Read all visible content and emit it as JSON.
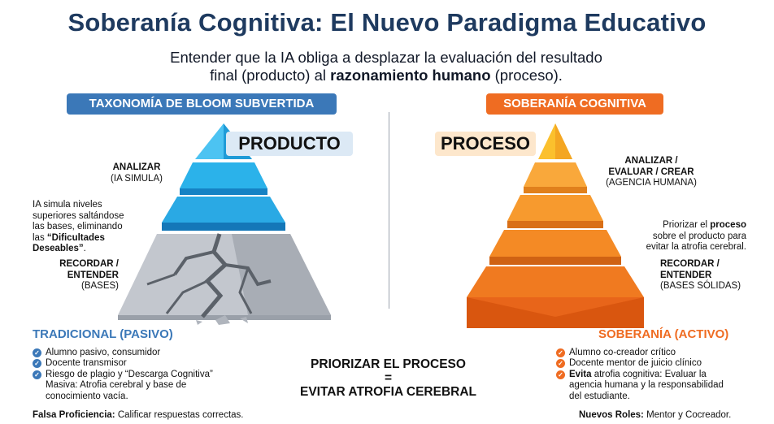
{
  "title": "Soberanía Cognitiva: El Nuevo Paradigma Educativo",
  "subtitle": {
    "line1": "Entender que la IA obliga a desplazar la evaluación del resultado",
    "line2_pre": "final (producto) al ",
    "line2_bold": "razonamiento humano",
    "line2_post": " (proceso)."
  },
  "left_panel": {
    "header": "TAXONOMÍA DE BLOOM SUBVERTIDA",
    "tag": "PRODUCTO",
    "label_top_bold": "ANALIZAR",
    "label_top_sub": "(IA SIMULA)",
    "note_line1": "IA simula niveles",
    "note_line2": "superiores saltándose",
    "note_line3": "las bases, eliminando",
    "note_line4_pre": "las ",
    "note_line4_bold": "“Dificultades",
    "note_line5_bold": "Deseables”",
    "note_line5_post": ".",
    "label_bottom_bold1": "RECORDAR /",
    "label_bottom_bold2": "ENTENDER",
    "label_bottom_sub": "(BASES)",
    "section_title": "TRADICIONAL (PASIVO)",
    "bullets": [
      "Alumno pasivo, consumidor",
      "Docente transmisor",
      "Riesgo de plagio y “Descarga Cognitiva”"
    ],
    "bullet_extra_line1": "Masiva: Atrofia cerebral y base de",
    "bullet_extra_line2": "conocimiento vacía.",
    "footer_bold": "Falsa Proficiencia:",
    "footer_text": " Calificar respuestas correctas."
  },
  "right_panel": {
    "header": "SOBERANÍA COGNITIVA",
    "tag": "PROCESO",
    "label_top_bold1": "ANALIZAR /",
    "label_top_bold2": "EVALUAR / CREAR",
    "label_top_sub": "(AGENCIA HUMANA)",
    "note_line1_pre": "Priorizar el ",
    "note_line1_bold": "proceso",
    "note_line2": "sobre el producto para",
    "note_line3": "evitar la atrofia cerebral.",
    "label_bottom_bold1": "RECORDAR /",
    "label_bottom_bold2": "ENTENDER",
    "label_bottom_sub": "(BASES SÓLIDAS)",
    "section_title": "SOBERANÍA (ACTIVO)",
    "bullets": [
      "Alumno co-creador crítico",
      "Docente mentor de juicio clínico"
    ],
    "bullet3_bold": "Evita",
    "bullet3_text": " atrofia cognitiva: Evaluar la",
    "bullet3_line2": "agencia humana y la responsabilidad",
    "bullet3_line3": "del estudiante.",
    "footer_bold": "Nuevos Roles:",
    "footer_text": " Mentor y Cocreador."
  },
  "center": {
    "line1": "PRIORIZAR EL PROCESO",
    "line2": "=",
    "line3": "EVITAR ATROFIA CEREBRAL"
  },
  "colors": {
    "title": "#1e3a5f",
    "blue_accent": "#3b78b8",
    "orange_accent": "#ef6c22",
    "pyramid_blue": "#29a8e0",
    "pyramid_gray": "#b9bec6",
    "pyramid_orange": "#f08a24"
  }
}
